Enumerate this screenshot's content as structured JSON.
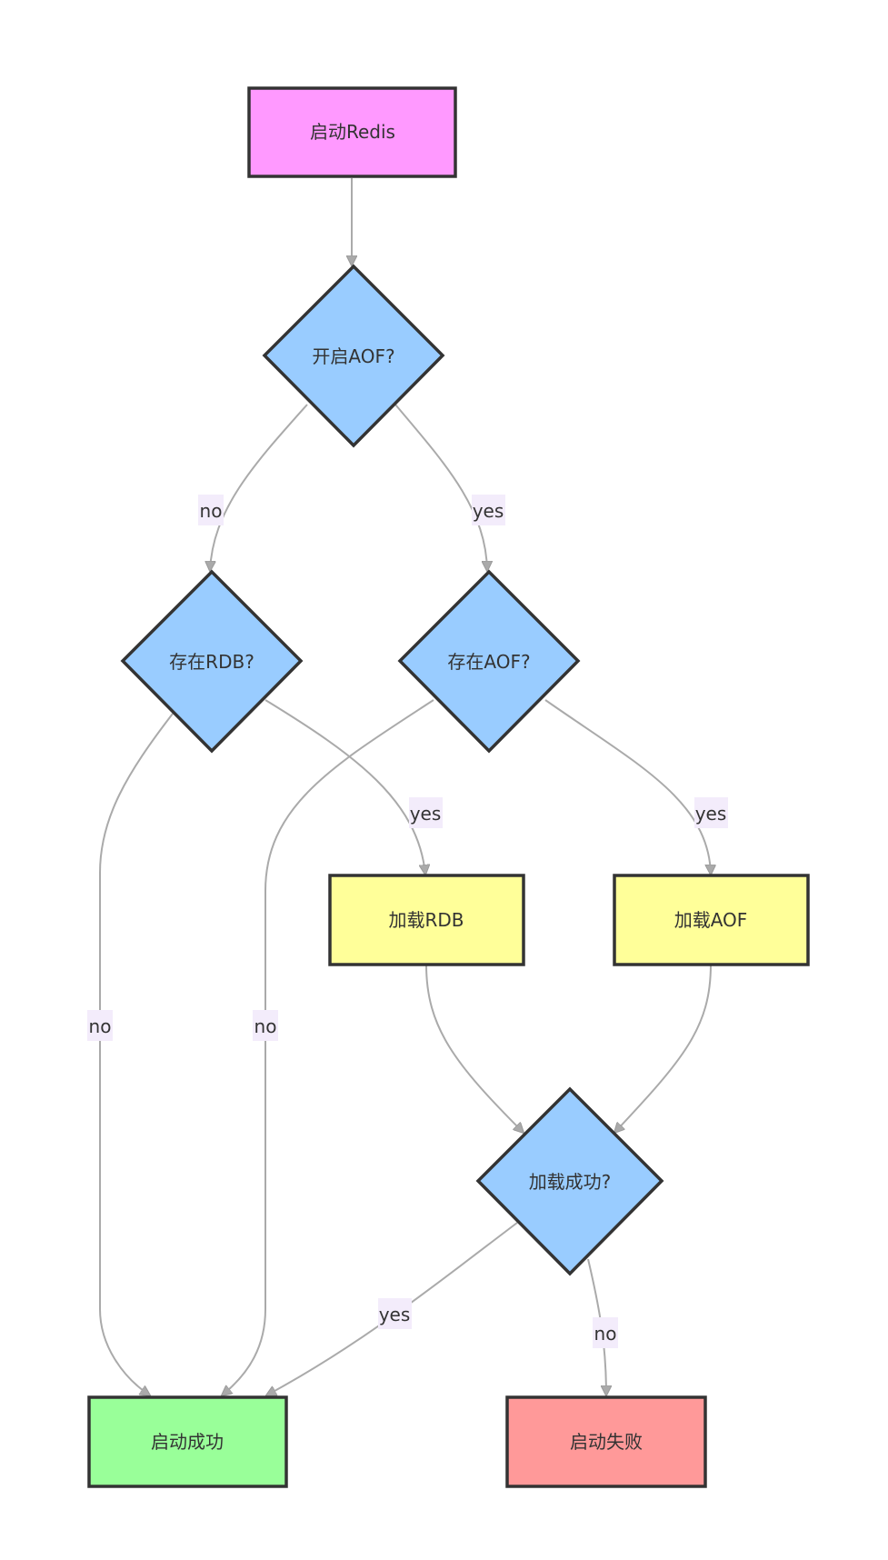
{
  "nodes": {
    "start": {
      "label": "启动Redis",
      "color": "#ff99ff"
    },
    "aof_enabled": {
      "label": "开启AOF?",
      "color": "#99ccff"
    },
    "rdb_exists": {
      "label": "存在RDB?",
      "color": "#99ccff"
    },
    "aof_exists": {
      "label": "存在AOF?",
      "color": "#99ccff"
    },
    "load_rdb": {
      "label": "加载RDB",
      "color": "#ffff99"
    },
    "load_aof": {
      "label": "加载AOF",
      "color": "#ffff99"
    },
    "load_ok": {
      "label": "加载成功?",
      "color": "#99ccff"
    },
    "success": {
      "label": "启动成功",
      "color": "#99ff99"
    },
    "failure": {
      "label": "启动失败",
      "color": "#ff9999"
    }
  },
  "edges": {
    "aof_no": "no",
    "aof_yes": "yes",
    "rdb_no": "no",
    "rdb_yes": "yes",
    "aofex_no": "no",
    "aofex_yes": "yes",
    "ok_yes": "yes",
    "ok_no": "no"
  },
  "colors": {
    "edge": "#aaaaaa",
    "outline": "#333333",
    "label_bg": "#f3ecfb"
  }
}
